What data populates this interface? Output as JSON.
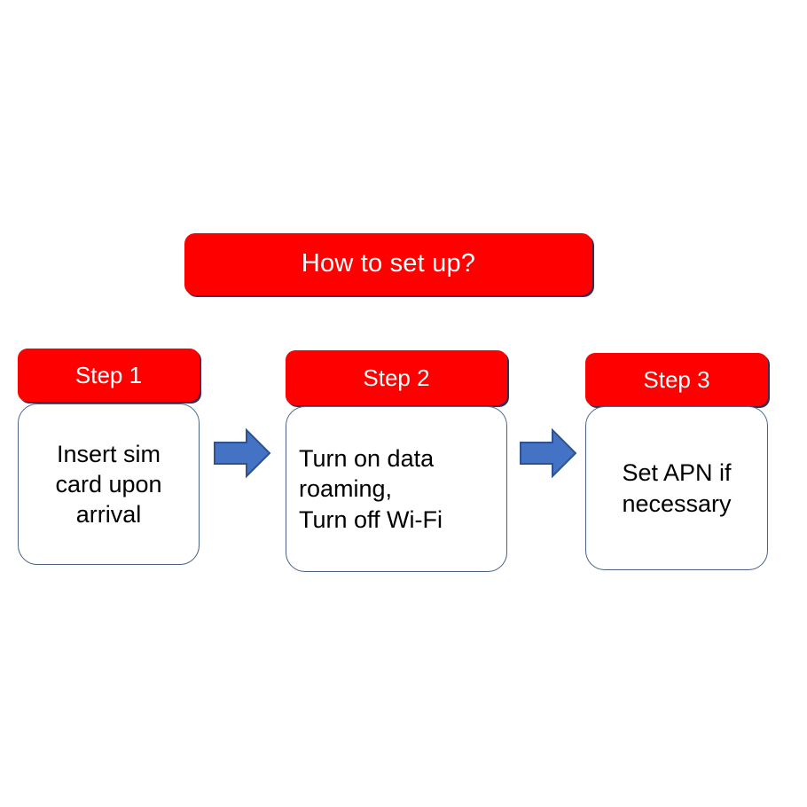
{
  "diagram": {
    "title": "How to set up?",
    "title_color": "#FE0000",
    "title_text_color": "#FFFFFF",
    "accent_color": "#FE0000",
    "arrow_color": "#4472C4",
    "arrow_border_color": "#2E528F",
    "card_border_color": "#4A6283",
    "background_color": "#FFFFFF",
    "steps": [
      {
        "header": "Step 1",
        "body": "Insert sim\ncard upon\narrival",
        "align": "center"
      },
      {
        "header": "Step 2",
        "body": "Turn on data\nroaming,\nTurn off Wi-Fi",
        "align": "left"
      },
      {
        "header": "Step 3",
        "body": "Set APN if\nnecessary",
        "align": "center"
      }
    ],
    "connectors": [
      {
        "name": "arrow-step1-to-step2",
        "icon": "right-arrow-icon"
      },
      {
        "name": "arrow-step2-to-step3",
        "icon": "right-arrow-icon"
      }
    ]
  }
}
